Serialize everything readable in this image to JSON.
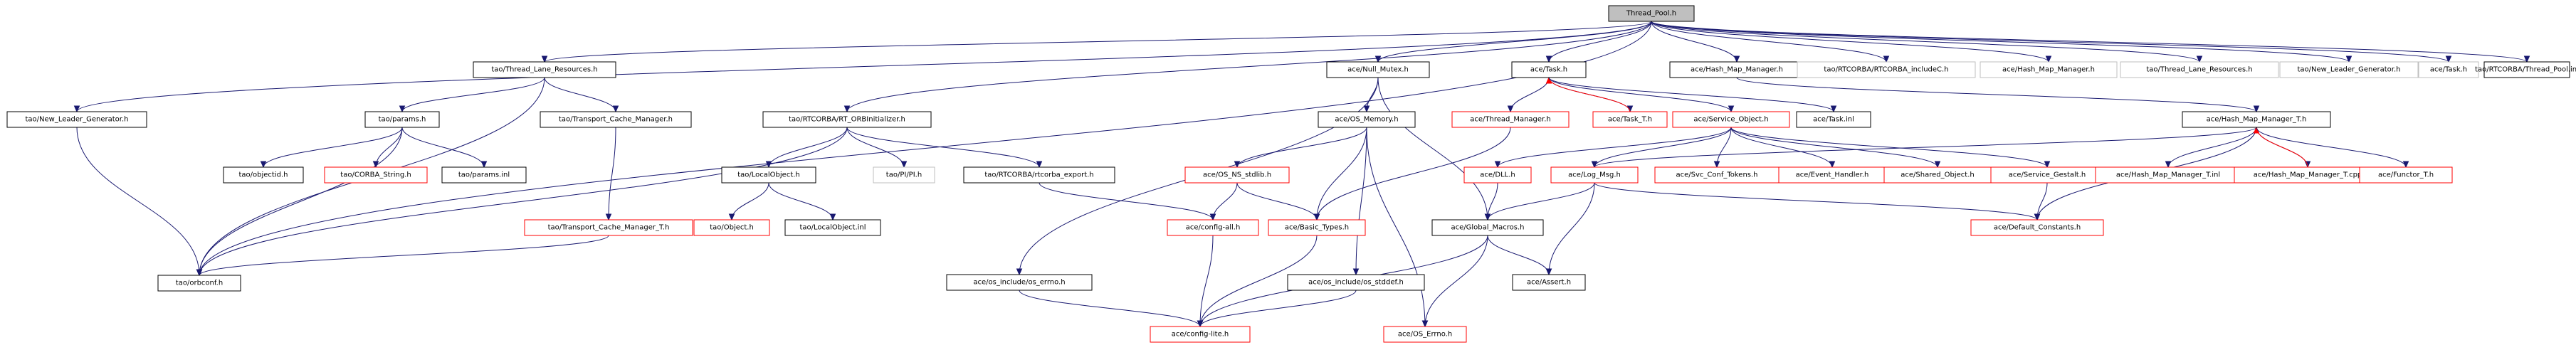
{
  "diagram": {
    "type": "include-dependency-graph",
    "root": "Thread_Pool.h",
    "nodes": [
      {
        "id": "root",
        "label": "Thread_Pool.h",
        "style": "root"
      },
      {
        "id": "tao_New_Leader_Generator_left",
        "label": "tao/New_Leader_Generator.h",
        "style": "normal"
      },
      {
        "id": "tao_Thread_Lane_Resources",
        "label": "tao/Thread_Lane_Resources.h",
        "style": "normal"
      },
      {
        "id": "tao_params",
        "label": "tao/params.h",
        "style": "normal"
      },
      {
        "id": "tao_Transport_Cache_Manager",
        "label": "tao/Transport_Cache_Manager.h",
        "style": "normal"
      },
      {
        "id": "tao_objectid",
        "label": "tao/objectid.h",
        "style": "normal"
      },
      {
        "id": "tao_CORBA_String",
        "label": "tao/CORBA_String.h",
        "style": "red"
      },
      {
        "id": "tao_params_inl",
        "label": "tao/params.inl",
        "style": "normal"
      },
      {
        "id": "tao_Transport_Cache_Manager_T",
        "label": "tao/Transport_Cache_Manager_T.h",
        "style": "red"
      },
      {
        "id": "tao_orbconf",
        "label": "tao/orbconf.h",
        "style": "normal"
      },
      {
        "id": "tao_RTCORBA_RT_ORBInitializer",
        "label": "tao/RTCORBA/RT_ORBInitializer.h",
        "style": "normal"
      },
      {
        "id": "tao_LocalObject",
        "label": "tao/LocalObject.h",
        "style": "normal"
      },
      {
        "id": "tao_PI",
        "label": "tao/PI/PI.h",
        "style": "gray"
      },
      {
        "id": "tao_rtcorba_export",
        "label": "tao/RTCORBA/rtcorba_export.h",
        "style": "normal"
      },
      {
        "id": "tao_Object",
        "label": "tao/Object.h",
        "style": "red"
      },
      {
        "id": "tao_LocalObject_inl",
        "label": "tao/LocalObject.inl",
        "style": "normal"
      },
      {
        "id": "ace_Null_Mutex",
        "label": "ace/Null_Mutex.h",
        "style": "normal"
      },
      {
        "id": "ace_OS_Memory",
        "label": "ace/OS_Memory.h",
        "style": "normal"
      },
      {
        "id": "ace_OS_NS_stdlib",
        "label": "ace/OS_NS_stdlib.h",
        "style": "red"
      },
      {
        "id": "ace_config_all",
        "label": "ace/config-all.h",
        "style": "red"
      },
      {
        "id": "ace_Basic_Types",
        "label": "ace/Basic_Types.h",
        "style": "red"
      },
      {
        "id": "ace_os_errno",
        "label": "ace/os_include/os_errno.h",
        "style": "normal"
      },
      {
        "id": "ace_os_stddef",
        "label": "ace/os_include/os_stddef.h",
        "style": "normal"
      },
      {
        "id": "ace_config_lite",
        "label": "ace/config-lite.h",
        "style": "red"
      },
      {
        "id": "ace_OS_Errno",
        "label": "ace/OS_Errno.h",
        "style": "red"
      },
      {
        "id": "ace_Task",
        "label": "ace/Task.h",
        "style": "normal"
      },
      {
        "id": "ace_Thread_Manager",
        "label": "ace/Thread_Manager.h",
        "style": "red"
      },
      {
        "id": "ace_Task_T",
        "label": "ace/Task_T.h",
        "style": "red"
      },
      {
        "id": "ace_Service_Object",
        "label": "ace/Service_Object.h",
        "style": "red"
      },
      {
        "id": "ace_Task_inl",
        "label": "ace/Task.inl",
        "style": "normal"
      },
      {
        "id": "ace_DLL",
        "label": "ace/DLL.h",
        "style": "red"
      },
      {
        "id": "ace_Log_Msg",
        "label": "ace/Log_Msg.h",
        "style": "red"
      },
      {
        "id": "ace_Svc_Conf_Tokens",
        "label": "ace/Svc_Conf_Tokens.h",
        "style": "red"
      },
      {
        "id": "ace_Event_Handler",
        "label": "ace/Event_Handler.h",
        "style": "red"
      },
      {
        "id": "ace_Shared_Object",
        "label": "ace/Shared_Object.h",
        "style": "red"
      },
      {
        "id": "ace_Service_Gestalt",
        "label": "ace/Service_Gestalt.h",
        "style": "red"
      },
      {
        "id": "ace_Global_Macros",
        "label": "ace/Global_Macros.h",
        "style": "normal"
      },
      {
        "id": "ace_Assert",
        "label": "ace/Assert.h",
        "style": "normal"
      },
      {
        "id": "ace_Hash_Map_Manager",
        "label": "ace/Hash_Map_Manager.h",
        "style": "normal"
      },
      {
        "id": "ace_Hash_Map_Manager_T",
        "label": "ace/Hash_Map_Manager_T.h",
        "style": "normal"
      },
      {
        "id": "ace_Hash_Map_Manager_T_inl",
        "label": "ace/Hash_Map_Manager_T.inl",
        "style": "red"
      },
      {
        "id": "ace_Hash_Map_Manager_T_cpp",
        "label": "ace/Hash_Map_Manager_T.cpp",
        "style": "red"
      },
      {
        "id": "ace_Functor_T",
        "label": "ace/Functor_T.h",
        "style": "red"
      },
      {
        "id": "ace_Default_Constants",
        "label": "ace/Default_Constants.h",
        "style": "red"
      },
      {
        "id": "gray_rtcorba_includeC",
        "label": "tao/RTCORBA/RTCORBA_includeC.h",
        "style": "gray"
      },
      {
        "id": "gray_Hash_Map_Manager",
        "label": "ace/Hash_Map_Manager.h",
        "style": "gray"
      },
      {
        "id": "gray_Thread_Lane_Resources",
        "label": "tao/Thread_Lane_Resources.h",
        "style": "gray"
      },
      {
        "id": "gray_New_Leader_Generator",
        "label": "tao/New_Leader_Generator.h",
        "style": "gray"
      },
      {
        "id": "gray_Task",
        "label": "ace/Task.h",
        "style": "gray"
      },
      {
        "id": "gray_Thread_Pool_inl",
        "label": "tao/RTCORBA/Thread_Pool.inl",
        "style": "normal"
      }
    ],
    "edges": [
      {
        "from": "root",
        "to": "tao_New_Leader_Generator_left"
      },
      {
        "from": "root",
        "to": "tao_Thread_Lane_Resources"
      },
      {
        "from": "root",
        "to": "tao_orbconf"
      },
      {
        "from": "root",
        "to": "tao_RTCORBA_RT_ORBInitializer"
      },
      {
        "from": "root",
        "to": "ace_Null_Mutex"
      },
      {
        "from": "root",
        "to": "ace_Task"
      },
      {
        "from": "root",
        "to": "ace_Hash_Map_Manager"
      },
      {
        "from": "root",
        "to": "gray_rtcorba_includeC"
      },
      {
        "from": "root",
        "to": "gray_Hash_Map_Manager"
      },
      {
        "from": "root",
        "to": "gray_Thread_Lane_Resources"
      },
      {
        "from": "root",
        "to": "gray_New_Leader_Generator"
      },
      {
        "from": "root",
        "to": "gray_Task"
      },
      {
        "from": "root",
        "to": "gray_Thread_Pool_inl"
      },
      {
        "from": "tao_New_Leader_Generator_left",
        "to": "tao_orbconf"
      },
      {
        "from": "tao_Thread_Lane_Resources",
        "to": "tao_params"
      },
      {
        "from": "tao_Thread_Lane_Resources",
        "to": "tao_Transport_Cache_Manager"
      },
      {
        "from": "tao_Thread_Lane_Resources",
        "to": "tao_orbconf"
      },
      {
        "from": "tao_params",
        "to": "tao_objectid"
      },
      {
        "from": "tao_params",
        "to": "tao_CORBA_String"
      },
      {
        "from": "tao_params",
        "to": "tao_params_inl"
      },
      {
        "from": "tao_params",
        "to": "tao_orbconf"
      },
      {
        "from": "tao_Transport_Cache_Manager",
        "to": "tao_Transport_Cache_Manager_T"
      },
      {
        "from": "tao_Transport_Cache_Manager_T",
        "to": "tao_orbconf"
      },
      {
        "from": "tao_RTCORBA_RT_ORBInitializer",
        "to": "tao_LocalObject"
      },
      {
        "from": "tao_RTCORBA_RT_ORBInitializer",
        "to": "tao_PI"
      },
      {
        "from": "tao_RTCORBA_RT_ORBInitializer",
        "to": "tao_rtcorba_export"
      },
      {
        "from": "tao_RTCORBA_RT_ORBInitializer",
        "to": "tao_orbconf"
      },
      {
        "from": "tao_LocalObject",
        "to": "tao_Object"
      },
      {
        "from": "tao_LocalObject",
        "to": "tao_LocalObject_inl"
      },
      {
        "from": "tao_rtcorba_export",
        "to": "ace_config_all"
      },
      {
        "from": "ace_Null_Mutex",
        "to": "ace_OS_Memory"
      },
      {
        "from": "ace_Null_Mutex",
        "to": "ace_Global_Macros"
      },
      {
        "from": "ace_Null_Mutex",
        "to": "ace_os_errno"
      },
      {
        "from": "ace_OS_Memory",
        "to": "ace_OS_NS_stdlib"
      },
      {
        "from": "ace_OS_Memory",
        "to": "ace_Basic_Types"
      },
      {
        "from": "ace_OS_Memory",
        "to": "ace_os_stddef"
      },
      {
        "from": "ace_OS_Memory",
        "to": "ace_OS_Errno"
      },
      {
        "from": "ace_OS_NS_stdlib",
        "to": "ace_config_all"
      },
      {
        "from": "ace_OS_NS_stdlib",
        "to": "ace_Basic_Types"
      },
      {
        "from": "ace_config_all",
        "to": "ace_config_lite"
      },
      {
        "from": "ace_Basic_Types",
        "to": "ace_config_lite"
      },
      {
        "from": "ace_os_errno",
        "to": "ace_config_lite"
      },
      {
        "from": "ace_os_stddef",
        "to": "ace_config_lite"
      },
      {
        "from": "ace_Task",
        "to": "ace_Thread_Manager"
      },
      {
        "from": "ace_Task",
        "to": "ace_Task_T"
      },
      {
        "from": "ace_Task_T",
        "to": "ace_Task",
        "style": "red"
      },
      {
        "from": "ace_Task",
        "to": "ace_Service_Object"
      },
      {
        "from": "ace_Task",
        "to": "ace_Task_inl"
      },
      {
        "from": "ace_Thread_Manager",
        "to": "ace_Basic_Types"
      },
      {
        "from": "ace_Service_Object",
        "to": "ace_DLL"
      },
      {
        "from": "ace_Service_Object",
        "to": "ace_Log_Msg"
      },
      {
        "from": "ace_Service_Object",
        "to": "ace_Svc_Conf_Tokens"
      },
      {
        "from": "ace_Service_Object",
        "to": "ace_Event_Handler"
      },
      {
        "from": "ace_Service_Object",
        "to": "ace_Shared_Object"
      },
      {
        "from": "ace_Service_Object",
        "to": "ace_Service_Gestalt"
      },
      {
        "from": "ace_DLL",
        "to": "ace_Global_Macros"
      },
      {
        "from": "ace_Log_Msg",
        "to": "ace_Global_Macros"
      },
      {
        "from": "ace_Log_Msg",
        "to": "ace_Assert"
      },
      {
        "from": "ace_Log_Msg",
        "to": "ace_Default_Constants"
      },
      {
        "from": "ace_Service_Gestalt",
        "to": "ace_Default_Constants"
      },
      {
        "from": "ace_Global_Macros",
        "to": "ace_OS_Errno"
      },
      {
        "from": "ace_Global_Macros",
        "to": "ace_Assert"
      },
      {
        "from": "ace_Global_Macros",
        "to": "ace_config_lite"
      },
      {
        "from": "ace_Hash_Map_Manager",
        "to": "ace_Hash_Map_Manager_T"
      },
      {
        "from": "ace_Hash_Map_Manager_T",
        "to": "ace_Log_Msg"
      },
      {
        "from": "ace_Hash_Map_Manager_T",
        "to": "ace_Default_Constants"
      },
      {
        "from": "ace_Hash_Map_Manager_T",
        "to": "ace_Hash_Map_Manager_T_inl"
      },
      {
        "from": "ace_Hash_Map_Manager_T",
        "to": "ace_Hash_Map_Manager_T_cpp"
      },
      {
        "from": "ace_Hash_Map_Manager_T_cpp",
        "to": "ace_Hash_Map_Manager_T",
        "style": "red"
      },
      {
        "from": "ace_Hash_Map_Manager_T",
        "to": "ace_Functor_T"
      }
    ]
  }
}
